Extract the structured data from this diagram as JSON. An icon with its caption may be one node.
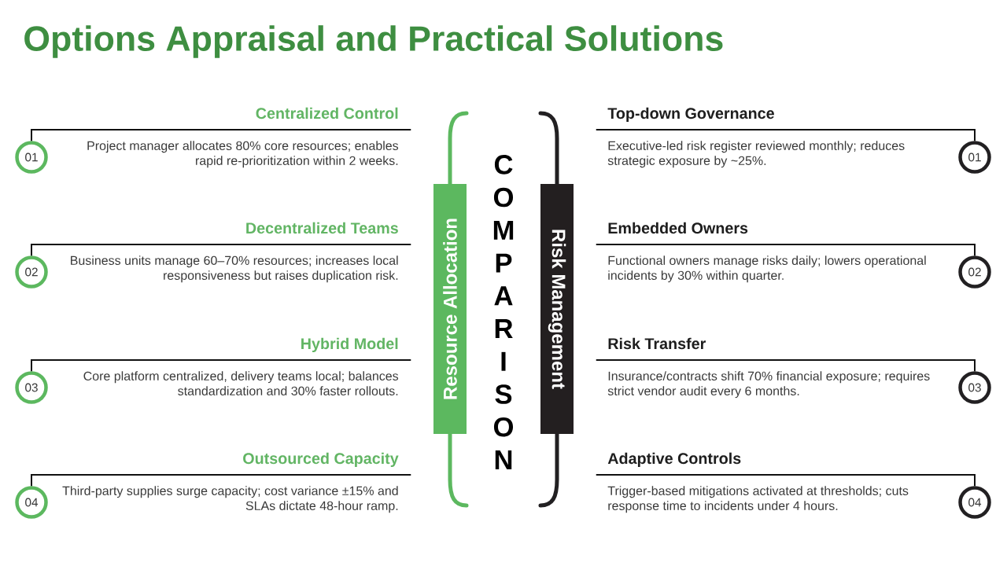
{
  "diagram": {
    "title": "Options Appraisal and Practical Solutions",
    "nodes": [
      {
        "text": [
          "01"
        ]
      },
      {
        "text": [
          "Centralized Control",
          "Project manager allocates 80% core resources; enables rapid re-prioritization within 2 weeks."
        ]
      },
      {
        "text": [
          "02"
        ]
      },
      {
        "text": [
          "Decentralized Teams",
          "Business units manage 60–70% resources; increases local responsiveness but raises duplication risk."
        ]
      },
      {
        "text": [
          "03"
        ]
      },
      {
        "text": [
          "Hybrid Model",
          "Core platform centralized, delivery teams local; balances standardization and 30% faster rollouts."
        ]
      },
      {
        "text": [
          "04"
        ]
      },
      {
        "text": [
          "Outsourced Capacity",
          "Third-party supplies surge capacity; cost variance ±15% and SLAs dictate 48-hour ramp."
        ]
      },
      {
        "text": [
          "Resource Allocation"
        ]
      },
      {
        "text": [
          "Risk Management"
        ]
      },
      {
        "text": [
          "Top-down Governance",
          "Executive-led risk register reviewed monthly; reduces strategic exposure by ~25%."
        ]
      },
      {
        "text": [
          "01"
        ]
      },
      {
        "text": [
          "Embedded Owners",
          "Functional owners manage risks daily; lowers operational incidents by 30% within quarter."
        ]
      },
      {
        "text": [
          "02"
        ]
      },
      {
        "text": [
          "Risk Transfer",
          "Insurance/contracts shift 70% financial exposure; requires strict vendor audit every 6 months."
        ]
      },
      {
        "text": [
          "03"
        ]
      },
      {
        "text": [
          "Adaptive Controls",
          "Trigger-based mitigations activated at thresholds; cuts response time to incidents under 4 hours."
        ]
      },
      {
        "text": [
          "04"
        ]
      }
    ],
    "edges": [
      {
        "from": 0,
        "to": 1,
        "arrow": "none"
      },
      {
        "from": 2,
        "to": 3,
        "arrow": "none"
      },
      {
        "from": 4,
        "to": 5,
        "arrow": "none"
      },
      {
        "from": 6,
        "to": 7,
        "arrow": "none"
      },
      {
        "from": 11,
        "to": 10,
        "arrow": "none"
      },
      {
        "from": 13,
        "to": 12,
        "arrow": "none"
      },
      {
        "from": 15,
        "to": 14,
        "arrow": "none"
      },
      {
        "from": 17,
        "to": 16,
        "arrow": "none"
      }
    ],
    "labels": [
      "COMPARISON"
    ]
  }
}
